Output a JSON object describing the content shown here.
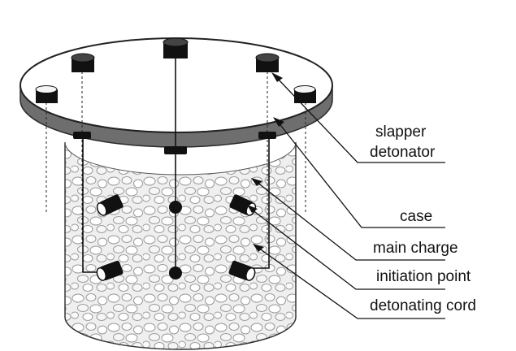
{
  "labels": {
    "slapper_line1": "slapper",
    "slapper_line2": "detonator",
    "case": "case",
    "main_charge": "main charge",
    "initiation_point": "initiation point",
    "detonating_cord": "detonating cord"
  },
  "colors": {
    "ink": "#111111",
    "case_band": "#6e6e6e",
    "case_band_edge": "#2a2a2a",
    "charge_fill": "#eeeeee",
    "pebble_stroke": "#9a9a9a",
    "background": "#ffffff"
  }
}
